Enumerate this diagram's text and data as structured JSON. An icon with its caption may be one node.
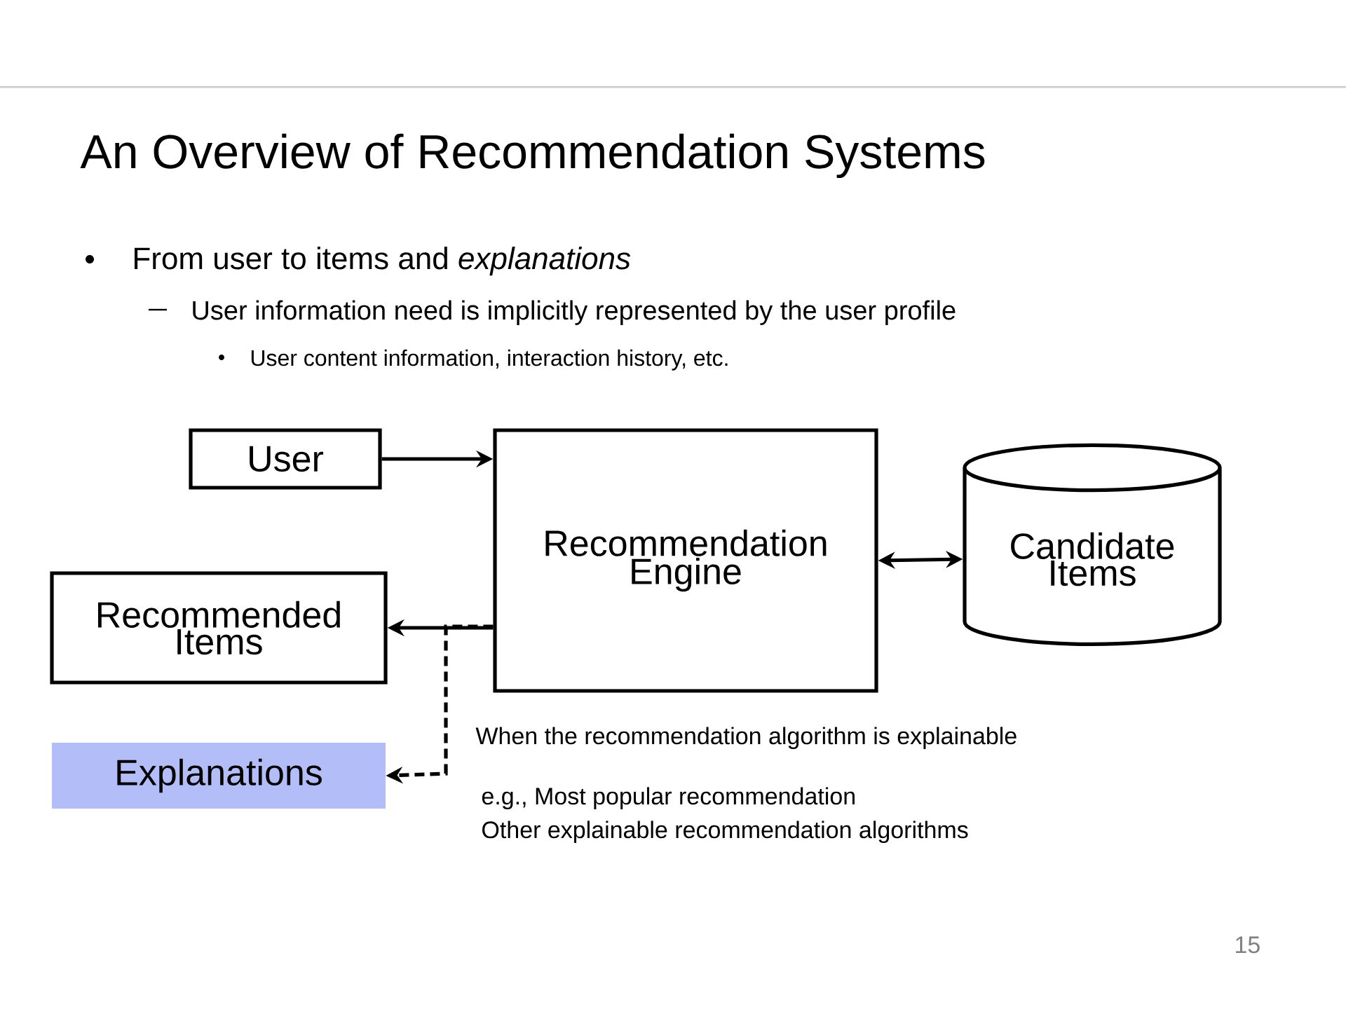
{
  "diagram": {
    "title": "An Overview of Recommendation Systems",
    "nodes": [
      {
        "text": [
          "User"
        ]
      },
      {
        "text": [
          "Recommendation Engine"
        ]
      },
      {
        "text": [
          "Candidate Items"
        ]
      },
      {
        "text": [
          "Recommended Items"
        ]
      },
      {
        "text": [
          "Explanations"
        ]
      }
    ],
    "edges": [
      {
        "from": 0,
        "to": 1,
        "arrow": "to"
      },
      {
        "from": 1,
        "to": 2,
        "arrow": "both"
      },
      {
        "from": 1,
        "to": 3,
        "arrow": "to"
      },
      {
        "from": 1,
        "to": 4,
        "arrow": "to",
        "style": "dashed"
      }
    ],
    "labels": [
      "From user to items and *explanations*",
      "User information need is implicitly represented by the user profile",
      "User content information, interaction history, etc.",
      "When the recommendation algorithm is explainable",
      "e.g., Most popular recommendation",
      "Other explainable recommendation algorithms",
      "15"
    ]
  }
}
